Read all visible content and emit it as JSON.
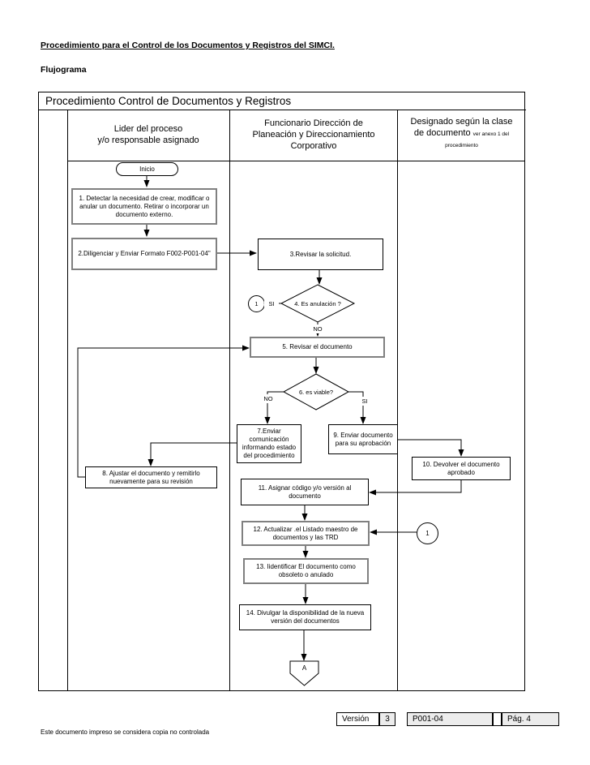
{
  "page": {
    "doc_title": "Procedimiento para el Control de los Documentos y Registros del SIMCI.",
    "section_title": "Flujograma",
    "footnote": "Este documento impreso se considera copia no controlada"
  },
  "lanes": {
    "table_title": "Procedimiento Control de Documentos y Registros",
    "col1": "Lider del proceso\ny/o responsable asignado",
    "col2": "Funcionario Dirección de\nPlaneación y Direccionamiento\nCorporativo",
    "col3_main": "Designado según la clase\nde documento ",
    "col3_note": "ver anexo 1 del procedimiento"
  },
  "flow": {
    "start": "Inicio",
    "n1": "1. Detectar la necesidad de crear, modificar o anular un documento. Retirar o incorporar un documento externo.",
    "n2": "2.Diligenciar y Enviar Formato F002-P001-04\"",
    "n3": "3.Revisar  la solicitud.",
    "d4": "4. Es anulación ?",
    "n5": "5. Revisar el documento",
    "d6": "6. es viable?",
    "n7": "7.Enviar comunicación informando estado del procedimiento",
    "n8": "8. Ajustar el documento y remitirlo nuevamente para su revisión",
    "n9": "9. Enviar documento para su  aprobación",
    "n10": "10. Devolver el documento aprobado",
    "n11": "11. Asignar código y/o versión al documento",
    "n12": "12. Actualizar .el Listado maestro de documentos y las TRD",
    "n13": "13. Iidentificar El documento como obsoleto o anulado",
    "n14": "14. Divulgar la disponibilidad de la nueva versión del documentos",
    "si": "SI",
    "no": "NO",
    "connector_label": "1",
    "offpage_label": "A"
  },
  "footer": {
    "version_label": "Versión",
    "version_value": "3",
    "doc_code": "P001-04",
    "page_label": "Pág. 4"
  }
}
